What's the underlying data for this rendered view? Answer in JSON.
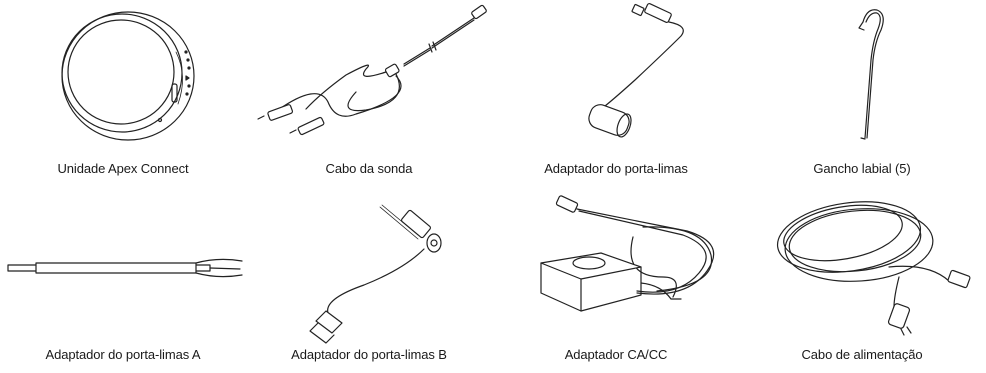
{
  "items": [
    {
      "label": "Unidade Apex Connect",
      "icon": "apex-connect-unit-icon"
    },
    {
      "label": "Cabo da sonda",
      "icon": "probe-cable-icon"
    },
    {
      "label": "Adaptador do porta-limas",
      "icon": "file-holder-adapter-icon"
    },
    {
      "label": "Gancho labial (5)",
      "icon": "lip-hook-icon"
    },
    {
      "label": "Adaptador do porta-limas A",
      "icon": "file-holder-adapter-a-icon"
    },
    {
      "label": "Adaptador do porta-limas B",
      "icon": "file-holder-adapter-b-icon"
    },
    {
      "label": "Adaptador CA/CC",
      "icon": "ac-dc-adapter-icon"
    },
    {
      "label": "Cabo de alimentação",
      "icon": "power-cable-icon"
    }
  ]
}
